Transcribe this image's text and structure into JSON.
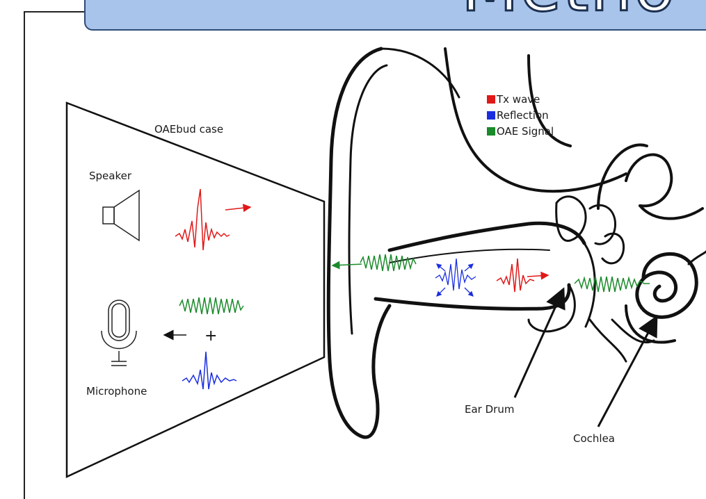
{
  "title": "Metho",
  "case": {
    "title": "OAEbud case",
    "speaker_label": "Speaker",
    "microphone_label": "Microphone",
    "plus": "+"
  },
  "legend": [
    {
      "label": "Tx wave",
      "color": "#e01818"
    },
    {
      "label": "Reflection",
      "color": "#1a2ee0"
    },
    {
      "label": "OAE Signal",
      "color": "#1a8a2a"
    }
  ],
  "anatomy": {
    "ear_drum_label": "Ear Drum",
    "cochlea_label": "Cochlea"
  },
  "icons": [
    "speaker-icon",
    "microphone-icon"
  ]
}
